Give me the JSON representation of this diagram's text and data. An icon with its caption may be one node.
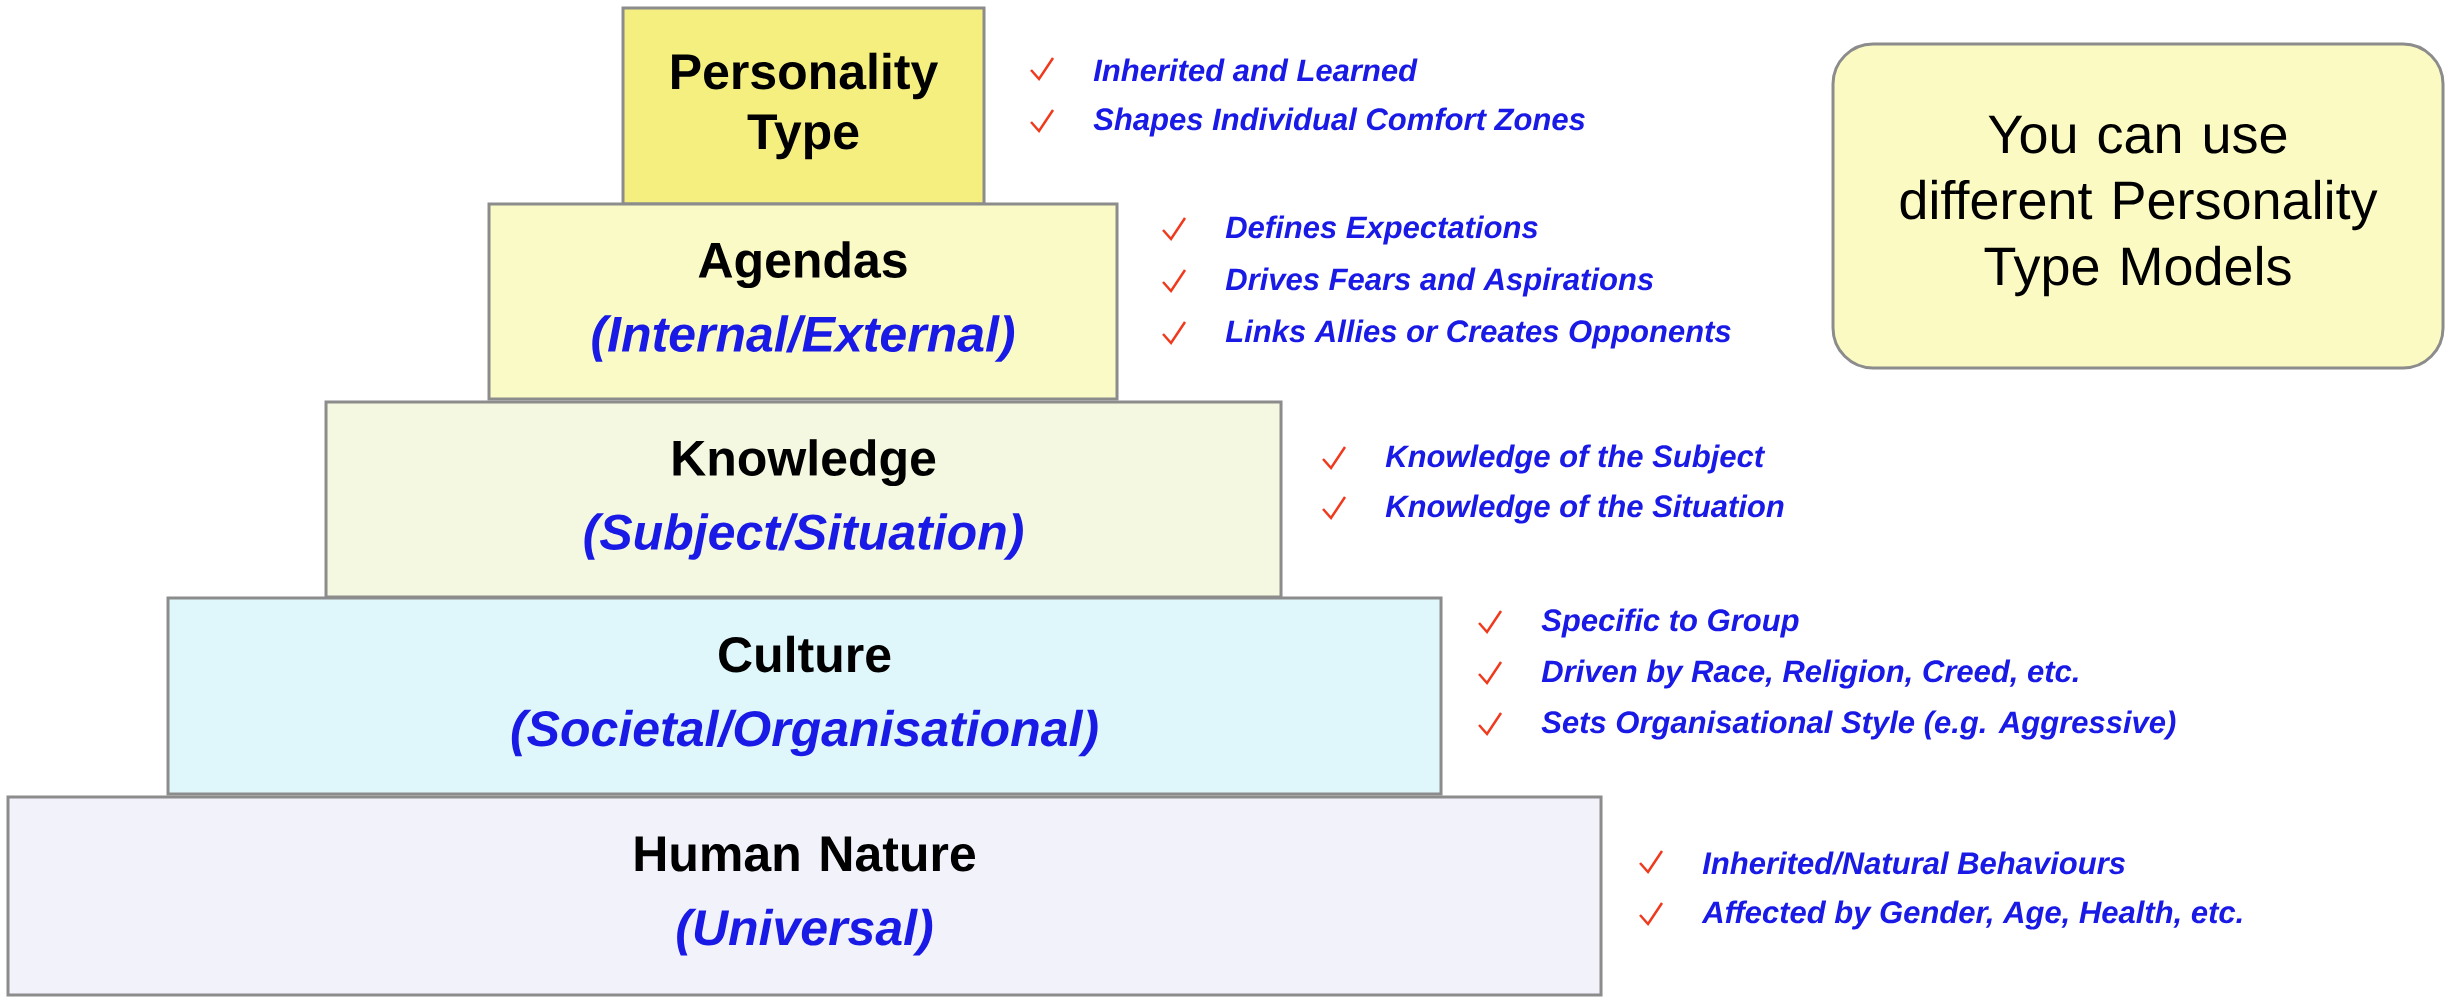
{
  "diagram": {
    "nodes": [
      {
        "text": [
          "Personality Type"
        ],
        "beside": [
          "Inherited and Learned",
          "Shapes Individual Comfort Zones"
        ]
      },
      {
        "text": [
          "Agendas",
          "(Internal/External)"
        ],
        "beside": [
          "Defines Expectations",
          "Drives Fears and Aspirations",
          "Links Allies or Creates Opponents"
        ]
      },
      {
        "text": [
          "Knowledge",
          "(Subject/Situation)"
        ],
        "beside": [
          "Knowledge of the Subject",
          "Knowledge of the Situation"
        ]
      },
      {
        "text": [
          "Culture",
          "(Societal/Organisational)"
        ],
        "beside": [
          "Specific to Group",
          "Driven by Race, Religion, Creed, etc.",
          "Sets Organisational Style (e.g. Aggressive)"
        ]
      },
      {
        "text": [
          "Human Nature",
          "(Universal)"
        ],
        "beside": [
          "Inherited/Natural Behaviours",
          "Affected by Gender, Age, Health, etc."
        ]
      },
      {
        "text": [
          "You can use different Personality Type Models"
        ]
      }
    ]
  }
}
